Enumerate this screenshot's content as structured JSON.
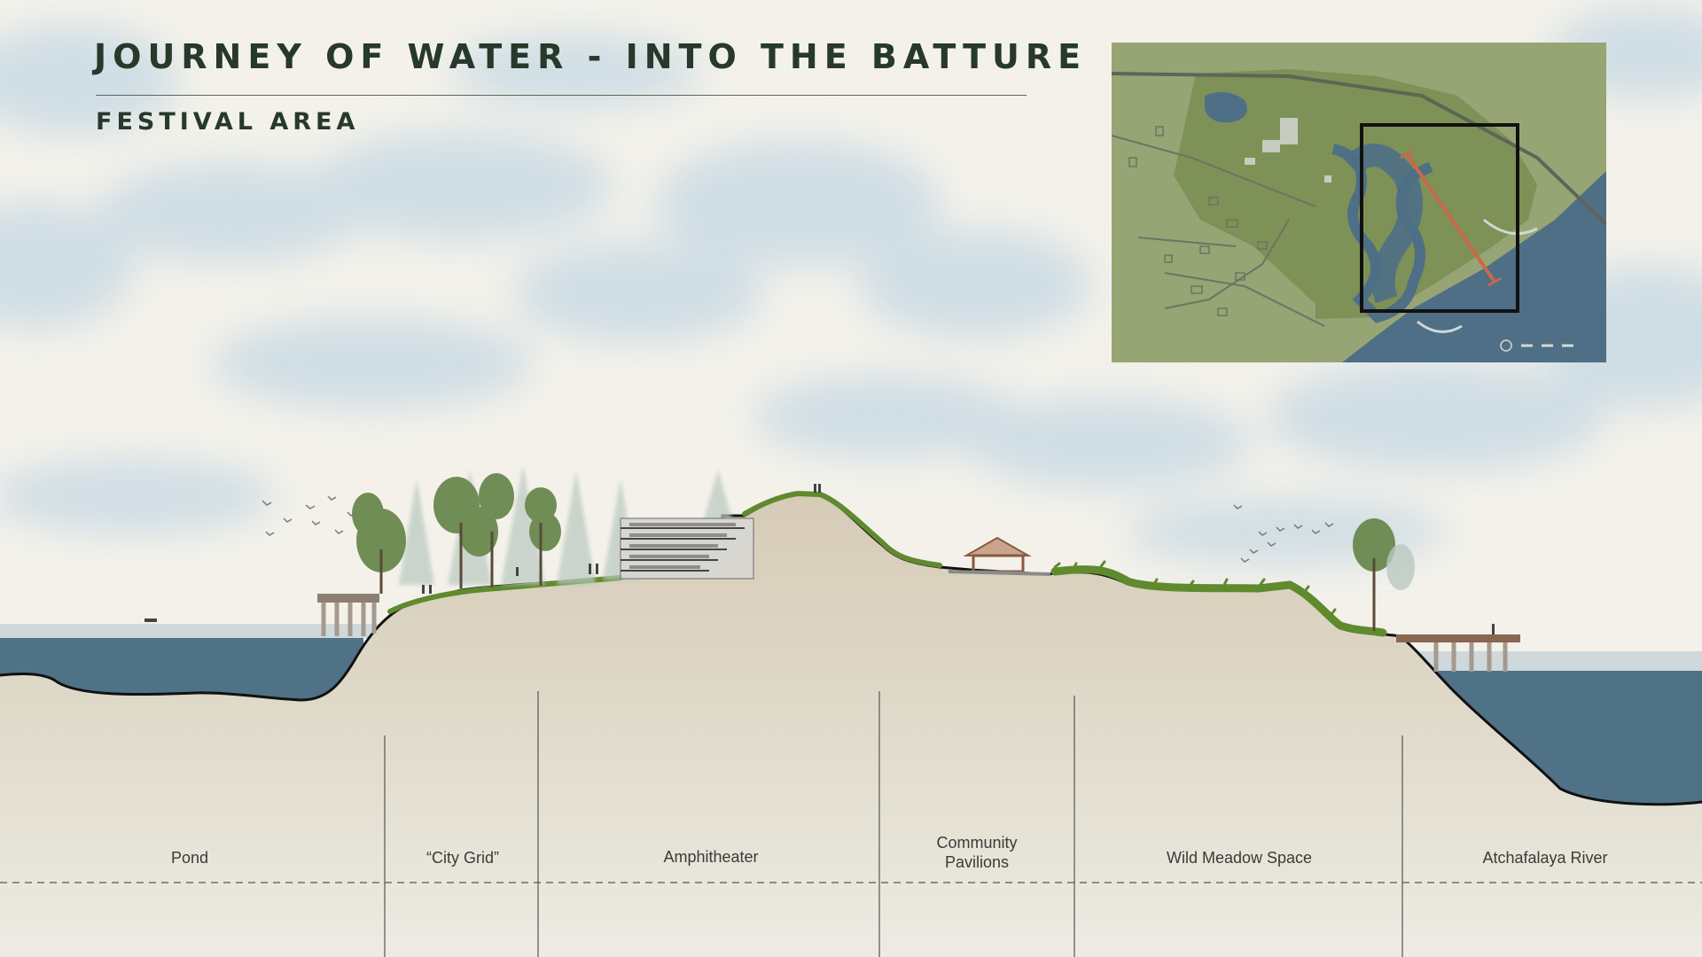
{
  "header": {
    "title": "JOURNEY OF WATER - INTO THE BATTURE",
    "subtitle": "FESTIVAL AREA"
  },
  "colors": {
    "title": "#27392a",
    "water": "#4f7287",
    "ground": "#d6cbb7",
    "grass": "#5f8a2e",
    "map_base": "#8f9f6a"
  },
  "minimap": {
    "icon": "site-plan-key-map",
    "highlight": "selected-site-box",
    "section_cut_color": "#c8684a"
  },
  "zones": [
    {
      "id": "pond",
      "label": "Pond"
    },
    {
      "id": "city-grid",
      "label": "“City Grid”"
    },
    {
      "id": "amphitheater",
      "label": "Amphitheater"
    },
    {
      "id": "community-pavilions",
      "label": "Community\nPavilions"
    },
    {
      "id": "wild-meadow",
      "label": "Wild Meadow Space"
    },
    {
      "id": "atchafalaya-river",
      "label": "Atchafalaya River"
    }
  ]
}
